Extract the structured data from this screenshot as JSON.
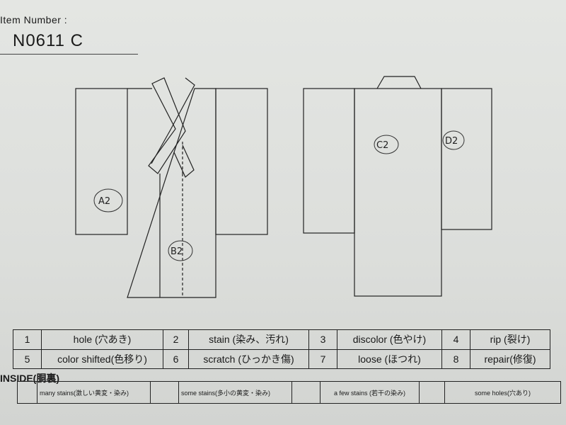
{
  "header": {
    "label": "Item Number :",
    "number": "N0611  C"
  },
  "annotations": {
    "front_sleeve": "A2",
    "front_body": "B2",
    "back_body": "C2",
    "back_sleeve": "D2"
  },
  "legend": [
    {
      "num": "1",
      "desc": "hole (穴あき)"
    },
    {
      "num": "2",
      "desc": "stain (染み、汚れ)"
    },
    {
      "num": "3",
      "desc": "discolor (色やけ)"
    },
    {
      "num": "4",
      "desc": "rip (裂け)"
    },
    {
      "num": "5",
      "desc": "color shifted(色移り)"
    },
    {
      "num": "6",
      "desc": "scratch (ひっかき傷)"
    },
    {
      "num": "7",
      "desc": "loose (ほつれ)"
    },
    {
      "num": "8",
      "desc": "repair(修復)"
    }
  ],
  "inside": {
    "label": "INSIDE(胴裏)",
    "items": [
      "many stains(激しい黄変・染み)",
      "some stains(多小の黄変・染み)",
      "a few stains (若干の染み)",
      "some holes(穴あり)"
    ]
  }
}
